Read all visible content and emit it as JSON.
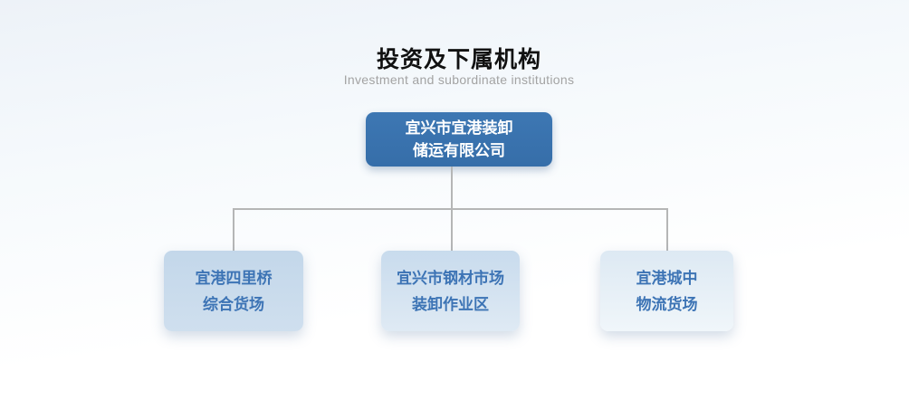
{
  "header": {
    "title": "投资及下属机构",
    "subtitle": "Investment and subordinate institutions"
  },
  "org": {
    "root": {
      "name": "宜兴市宜港装卸储运有限公司",
      "line1": "宜兴市宜港装卸",
      "line2": "储运有限公司"
    },
    "children": [
      {
        "name": "宜港四里桥综合货场",
        "line1": "宜港四里桥",
        "line2": "综合货场"
      },
      {
        "name": "宜兴市钢材市场装卸作业区",
        "line1": "宜兴市钢材市场",
        "line2": "装卸作业区"
      },
      {
        "name": "宜港城中物流货场",
        "line1": "宜港城中",
        "line2": "物流货场"
      }
    ]
  },
  "colors": {
    "root_node_bg": "#3a72af",
    "root_node_text": "#ffffff",
    "child_node_bg_1": "#c6d9eb",
    "child_node_bg_2": "#cddfee",
    "child_node_bg_3": "#dde9f3",
    "child_node_text": "#3d74b5",
    "connector_line": "#b5b6b6",
    "title_text": "#111111",
    "subtitle_text": "#a3a3a3",
    "background_top": "#edf2f8",
    "background_bottom": "#ffffff"
  }
}
